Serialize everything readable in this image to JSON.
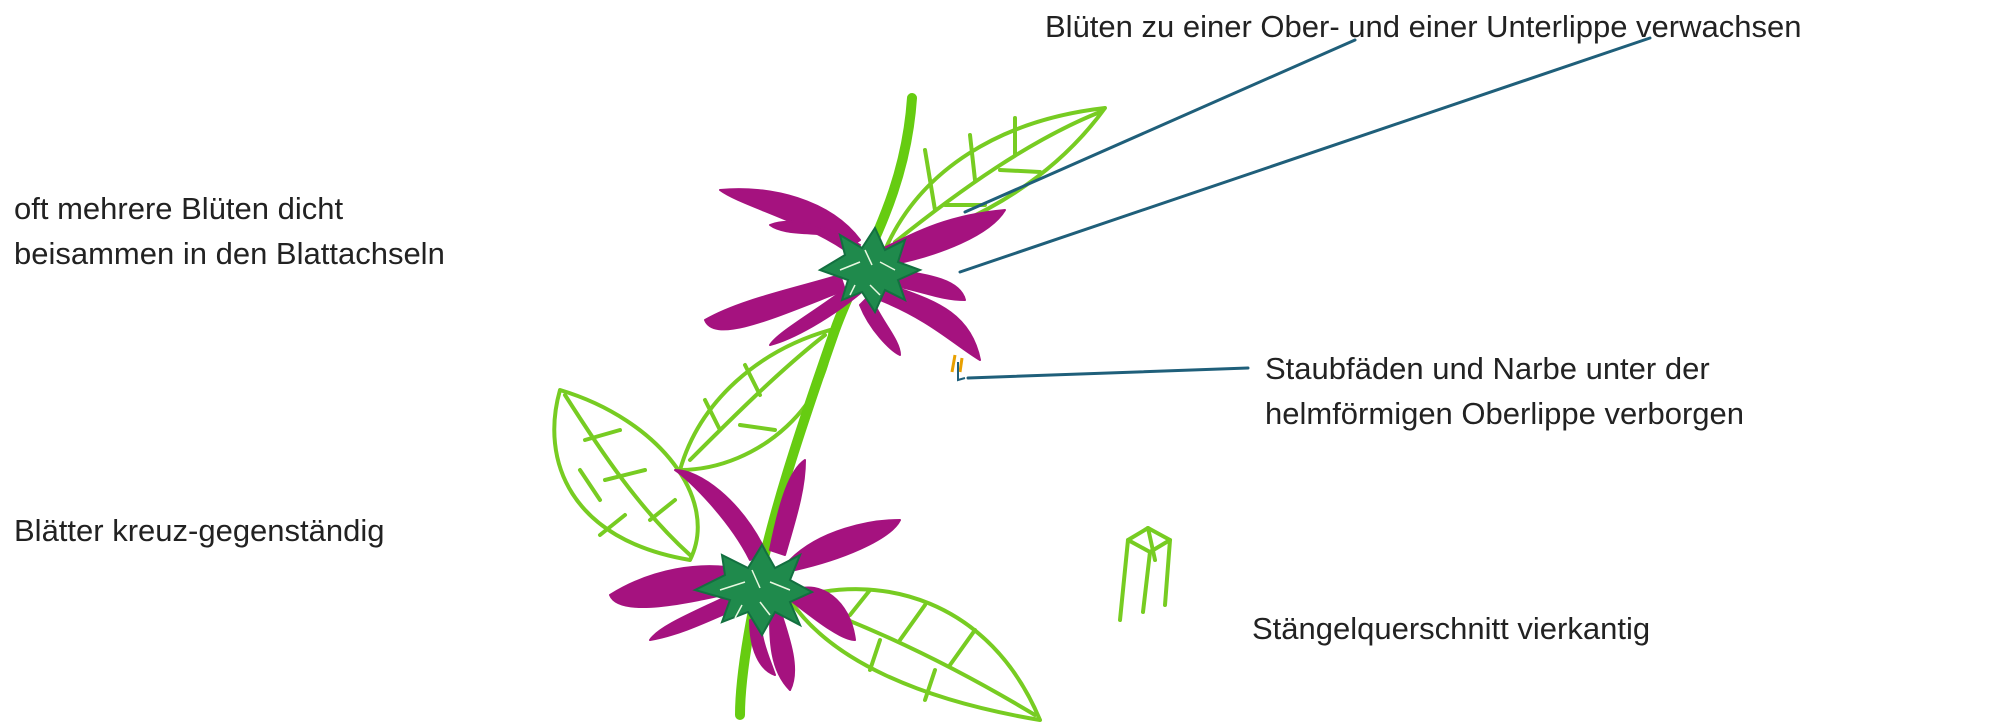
{
  "labels": {
    "lips": "Blüten zu einer Ober- und einer Unterlippe verwachsen",
    "cluster_line1": "oft mehrere Blüten dicht",
    "cluster_line2": "beisammen in den Blattachseln",
    "leaves": "Blätter kreuz-gegenständig",
    "stamens_line1": "Staubfäden und Narbe unter der",
    "stamens_line2": "helmförmigen Oberlippe verborgen",
    "stem": "Stängelquerschnitt vierkantig"
  },
  "colors": {
    "stem": "#66cc11",
    "leaf": "#77cc22",
    "petal": "#a5127f",
    "calyx": "#1f8a4c",
    "leader_line": "#1f5f7a",
    "stamen": "#e8a000"
  }
}
